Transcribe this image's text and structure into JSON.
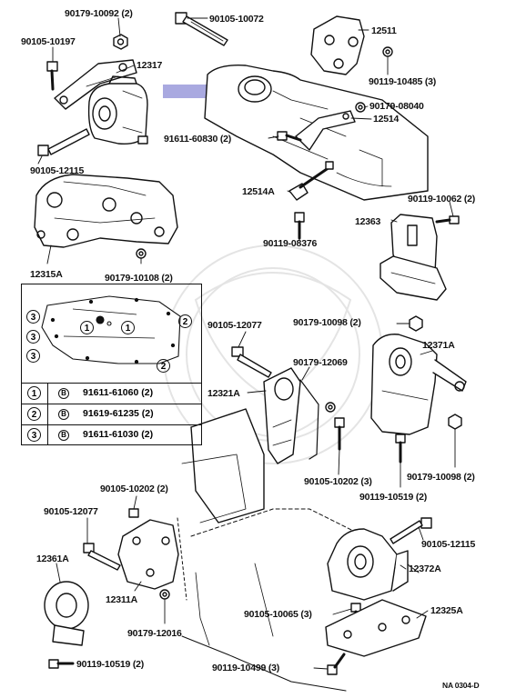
{
  "labels": {
    "l_90179_10092": "90179-10092 (2)",
    "l_90105_10072": "90105-10072",
    "l_12511": "12511",
    "l_90105_10197": "90105-10197",
    "l_12317": "12317",
    "l_90119_10485": "90119-10485 (3)",
    "l_90179_08040": "90179-08040",
    "l_12514": "12514",
    "l_91611_60830": "91611-60830 (2)",
    "l_90105_12115a": "90105-12115",
    "l_12514A": "12514A",
    "l_90119_10062": "90119-10062 (2)",
    "l_12363": "12363",
    "l_90119_08376": "90119-08376",
    "l_12315A": "12315A",
    "l_90179_10108": "90179-10108 (2)",
    "l_90105_12077a": "90105-12077",
    "l_90179_10098a": "90179-10098 (2)",
    "l_12371A": "12371A",
    "l_90179_12069": "90179-12069",
    "l_12321A": "12321A",
    "l_90105_10202a": "90105-10202 (3)",
    "l_90179_10098b": "90179-10098 (2)",
    "l_90119_10519a": "90119-10519 (2)",
    "l_90105_10202b": "90105-10202 (2)",
    "l_90105_12077b": "90105-12077",
    "l_90105_12115b": "90105-12115",
    "l_12361A": "12361A",
    "l_12372A": "12372A",
    "l_12311A": "12311A",
    "l_90105_10065": "90105-10065 (3)",
    "l_12325A": "12325A",
    "l_90179_12016": "90179-12016",
    "l_90119_10519b": "90119-10519 (2)",
    "l_90119_10499": "90119-10499 (3)",
    "l_ref": "NA 0304-D"
  },
  "legend": {
    "inset_marks": [
      "3",
      "3",
      "3",
      "1",
      "1",
      "2",
      "2"
    ],
    "rows": [
      {
        "key": "1",
        "bolt": "B",
        "part": "91611-61060 (2)"
      },
      {
        "key": "2",
        "bolt": "B",
        "part": "91619-61235 (2)"
      },
      {
        "key": "3",
        "bolt": "B",
        "part": "91611-61030 (2)"
      }
    ]
  },
  "colors": {
    "line": "#111111",
    "highlight": "#a9a9e0"
  }
}
